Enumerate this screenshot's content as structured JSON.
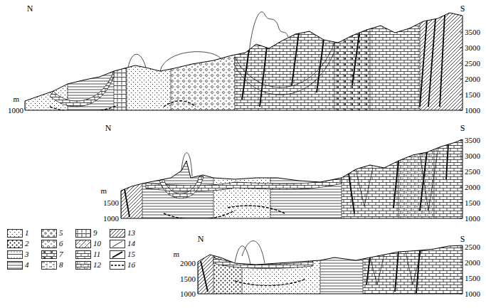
{
  "diagram": {
    "labels": [
      "N",
      "S",
      "m",
      "1000",
      "3500",
      "3000",
      "2500",
      "2000",
      "1500",
      "1000",
      "N",
      "S",
      "m",
      "1500",
      "1000",
      "3500",
      "3000",
      "2500",
      "2000",
      "1500",
      "1000",
      "N",
      "S",
      "m",
      "2000",
      "1500",
      "1000",
      "2500",
      "2000",
      "1500",
      "1000"
    ],
    "legend": [
      {
        "text": "1"
      },
      {
        "text": "2"
      },
      {
        "text": "3"
      },
      {
        "text": "4"
      },
      {
        "text": "5"
      },
      {
        "text": "6"
      },
      {
        "text": "7"
      },
      {
        "text": "8"
      },
      {
        "text": "9"
      },
      {
        "text": "10"
      },
      {
        "text": "11"
      },
      {
        "text": "12"
      },
      {
        "text": "13"
      },
      {
        "text": "14"
      },
      {
        "text": "15"
      },
      {
        "text": "16"
      }
    ]
  }
}
